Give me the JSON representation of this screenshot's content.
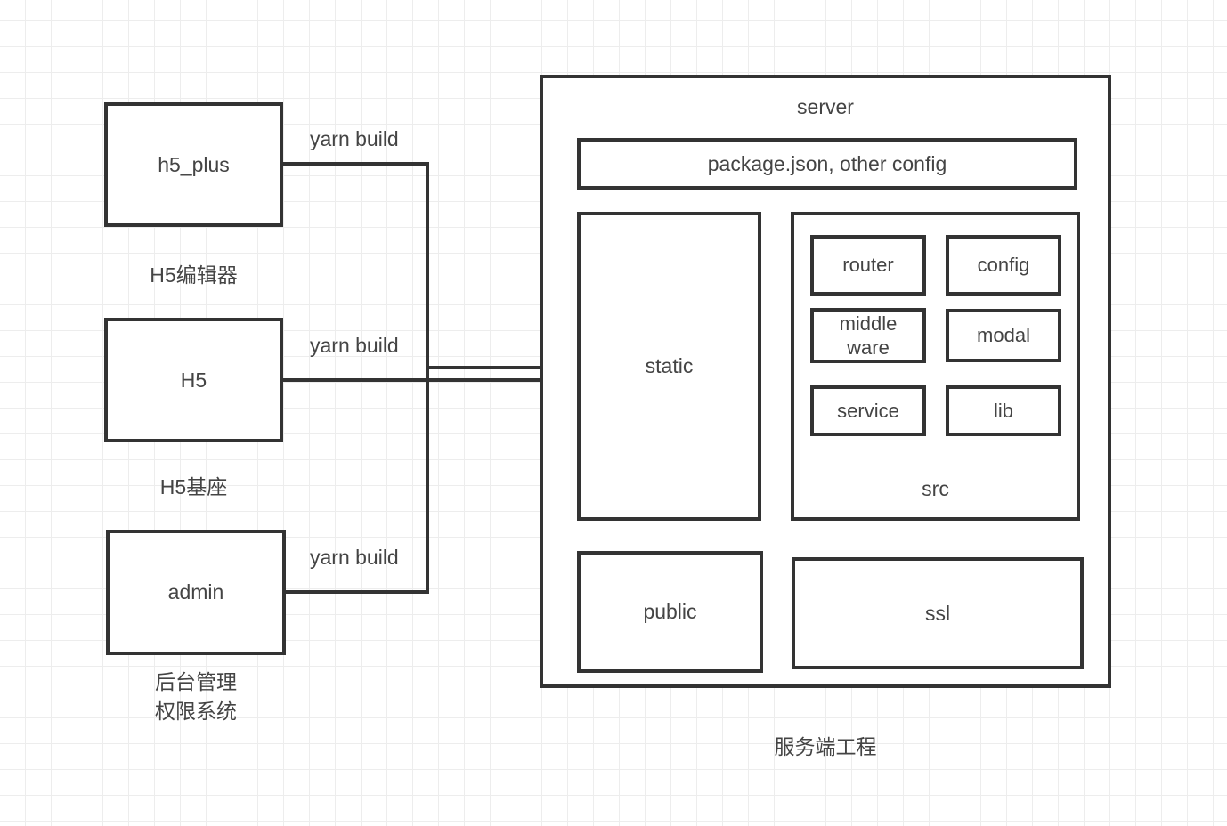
{
  "style": {
    "stroke_color": "#333333",
    "text_color": "#444444",
    "grid_line_color": "#ededed",
    "background_color": "#ffffff"
  },
  "clients": [
    {
      "label": "h5_plus",
      "caption": "H5编辑器",
      "edge_label": "yarn build"
    },
    {
      "label": "H5",
      "caption": "H5基座",
      "edge_label": "yarn build"
    },
    {
      "label": "admin",
      "caption": "后台管理\n权限系统",
      "edge_label": "yarn build"
    }
  ],
  "server": {
    "title": "server",
    "caption": "服务端工程",
    "config_bar": {
      "label": "package.json, other config"
    },
    "static_box": {
      "label": "static"
    },
    "src_box": {
      "label": "src",
      "items": [
        {
          "label": "router"
        },
        {
          "label": "config"
        },
        {
          "label": "middle\nware"
        },
        {
          "label": "modal"
        },
        {
          "label": "service"
        },
        {
          "label": "lib"
        }
      ]
    },
    "public_box": {
      "label": "public"
    },
    "ssl_box": {
      "label": "ssl"
    }
  }
}
